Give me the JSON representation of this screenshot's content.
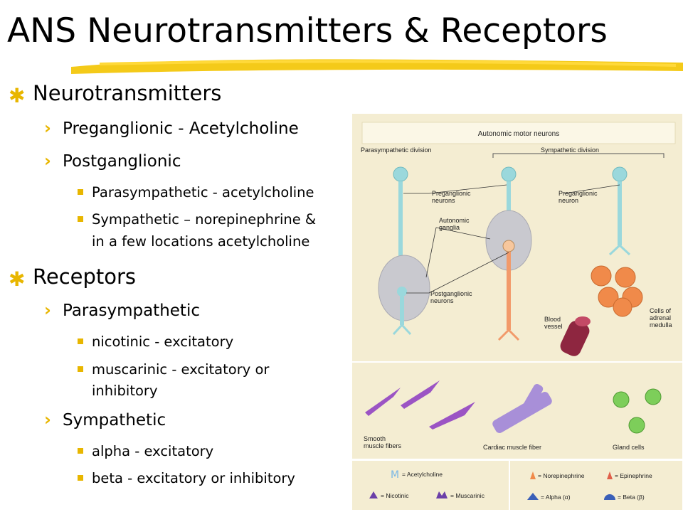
{
  "slide": {
    "title": "ANS Neurotransmitters & Receptors",
    "sections": [
      {
        "heading": "Neurotransmitters",
        "items": [
          {
            "label": "Preganglionic - Acetylcholine",
            "subitems": []
          },
          {
            "label": "Postganglionic",
            "subitems": [
              "Parasympathetic - acetylcholine",
              "Sympathetic – norepinephrine &",
              "in a few locations acetylcholine"
            ]
          }
        ]
      },
      {
        "heading": "Receptors",
        "items": [
          {
            "label": "Parasympathetic",
            "subitems": [
              "nicotinic - excitatory",
              "muscarinic - excitatory or",
              "inhibitory"
            ]
          },
          {
            "label": "Sympathetic",
            "subitems": [
              "alpha - excitatory",
              "beta - excitatory or inhibitory"
            ]
          }
        ]
      }
    ]
  },
  "figure": {
    "header": "Autonomic motor neurons",
    "parasympathetic_division": "Parasympathetic division",
    "sympathetic_division": "Sympathetic division",
    "preganglionic_neurons": [
      "Preganglionic",
      "neurons"
    ],
    "preganglionic_neuron": [
      "Preganglionic",
      "neuron"
    ],
    "autonomic_ganglia": [
      "Autonomic",
      "ganglia"
    ],
    "postganglionic_neurons": [
      "Postganglionic",
      "neurons"
    ],
    "blood_vessel": [
      "Blood",
      "vessel"
    ],
    "adrenal_medulla": [
      "Cells of",
      "adrenal",
      "medulla"
    ],
    "smooth_muscle": [
      "Smooth",
      "muscle fibers"
    ],
    "cardiac_muscle": "Cardiac muscle fiber",
    "gland_cells": "Gland cells",
    "legend": {
      "acetylcholine": "= Acetylcholine",
      "nicotinic": "= Nicotinic",
      "muscarinic": "= Muscarinic",
      "norepinephrine": "= Norepinephrine",
      "epinephrine": "= Epinephrine",
      "alpha": "= Alpha (α)",
      "beta": "= Beta (β)"
    },
    "colors": {
      "background": "#f4edd2",
      "neuron": "#9ad8dc",
      "ganglion": "#c9c9cf",
      "sympathetic_post": "#f29a6a",
      "adrenal": "#f08a4a",
      "smooth": "#9b54c4",
      "cardiac": "#a88fd8",
      "gland": "#7dce5a"
    }
  }
}
